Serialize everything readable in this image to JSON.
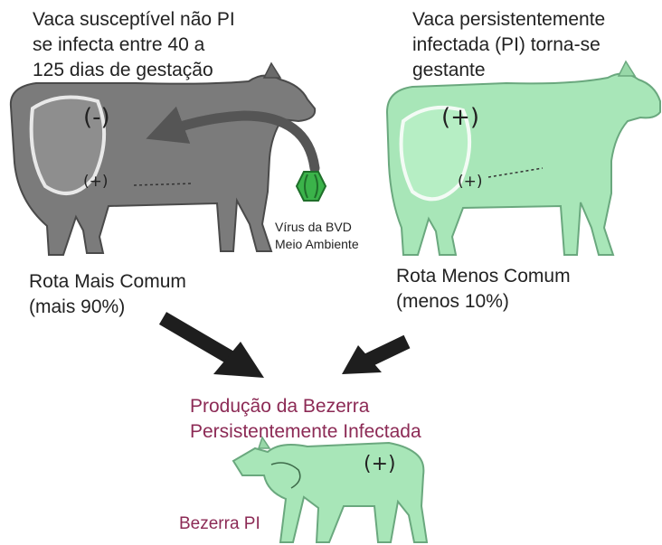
{
  "left_cow": {
    "caption_line1": "Vaca susceptível não PI",
    "caption_line2": "se infecta entre 40 a",
    "caption_line3": "125 dias de gestação",
    "mark_cow": "(-)",
    "mark_fetus": "(+)",
    "color": "#7b7b7b"
  },
  "right_cow": {
    "caption_line1": "Vaca persistentemente",
    "caption_line2": "infectada (PI) torna-se",
    "caption_line3": "gestante",
    "mark_cow": "(+)",
    "mark_fetus": "(+)",
    "color": "#a8e6b8"
  },
  "virus": {
    "label_line1": "Vírus da BVD",
    "label_line2": "Meio Ambiente",
    "icon": "hexagon-virus-icon",
    "color": "#3bb34a"
  },
  "routes": {
    "common_line1": "Rota Mais Comum",
    "common_line2": "(mais 90%)",
    "rare_line1": "Rota Menos Comum",
    "rare_line2": "(menos 10%)"
  },
  "result": {
    "line1": "Produção da Bezerra",
    "line2": "Persistentemente Infectada",
    "calf_mark": "(+)",
    "calf_label": "Bezerra PI",
    "color": "#8c2a55"
  }
}
